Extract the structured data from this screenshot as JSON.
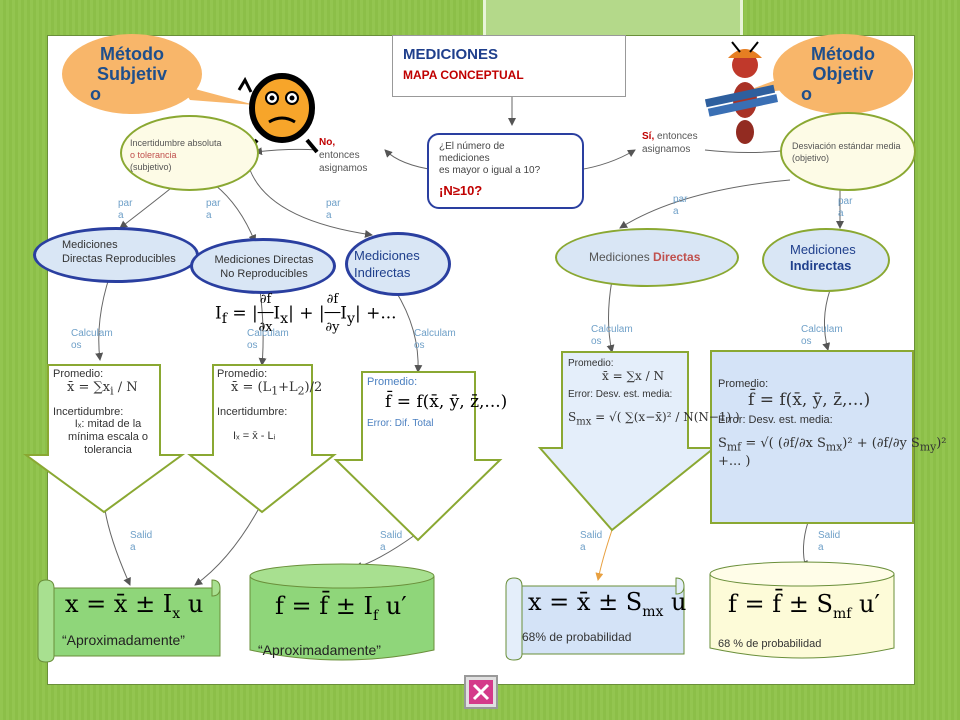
{
  "title": {
    "main": "MEDICIONES",
    "sub": "MAPA CONCEPTUAL"
  },
  "callouts": {
    "left": [
      "Método",
      "Subjetiv",
      "o"
    ],
    "right": [
      "Método",
      "Objetiv",
      "o"
    ]
  },
  "question": {
    "line1": "¿El número de",
    "line2": "mediciones",
    "line3": "es mayor o igual a 10?",
    "line4": "¡N≥10?"
  },
  "left_answer": {
    "no": "No,",
    "rest1": "entonces",
    "rest2": "asignamos"
  },
  "right_answer": {
    "si": "Sí,",
    "rest": " entonces",
    "rest2": "asignamos"
  },
  "left_node": {
    "l1": "Incertidumbre absoluta",
    "l2": "o tolerancia",
    "l3": "(subjetivo)"
  },
  "right_node": {
    "l1": "Desviación estándar media",
    "l2": "(objetivo)"
  },
  "para": [
    "par",
    "a"
  ],
  "calculamos": [
    "Calculam",
    "os"
  ],
  "salida": [
    "Salid",
    "a"
  ],
  "nodes": {
    "n1": {
      "l1": "Mediciones",
      "l2": "Directas Reproducibles"
    },
    "n2": {
      "l1": "Mediciones Directas",
      "l2": "No Reproducibles"
    },
    "n3": {
      "l1": "Mediciones",
      "l2": "Indirectas"
    },
    "n4": {
      "l1": "Mediciones ",
      "l2": "Directas"
    },
    "n5": {
      "l1": "Mediciones",
      "l2": "Indirectas"
    }
  },
  "boxes": {
    "b1": {
      "prom": "Promedio:",
      "inc": "Incertidumbre:",
      "l1": "Iₓ: mitad de la",
      "l2": "mínima escala o",
      "l3": "tolerancia"
    },
    "b2": {
      "prom": "Promedio:",
      "inc": "Incertidumbre:",
      "eq": "Iₓ = x̄ - Lᵢ"
    },
    "b3": {
      "prom": "Promedio:",
      "err": "Error: Dif. Total"
    },
    "b4": {
      "prom": "Promedio:",
      "err": "Error: Desv. est. media:"
    },
    "b5": {
      "prom": "Promedio:",
      "err": "Error: Desv. est. media:"
    }
  },
  "results": {
    "r1": {
      "caption": "“Aproximadamente”"
    },
    "r2": {
      "caption": "“Aproximadamente”"
    },
    "r3": {
      "caption": "68% de probabilidad"
    },
    "r4": {
      "caption": "68 % de probabilidad"
    }
  },
  "colors": {
    "background": "#8fc349",
    "accent_orange": "#f8b66a",
    "title_blue": "#1f3f8c",
    "title_red": "#c00000",
    "node_blue": "#2a3fa0"
  }
}
